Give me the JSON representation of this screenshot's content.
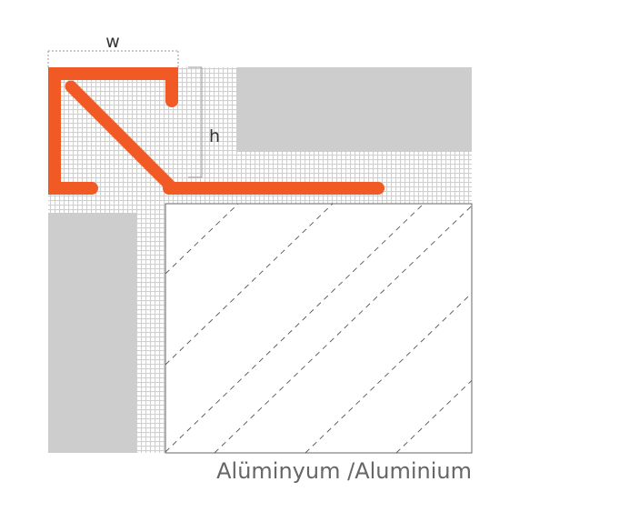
{
  "labels": {
    "width": "w",
    "height": "h",
    "caption": "Alüminyum /Aluminium"
  },
  "colors": {
    "profile": "#f15a24",
    "tile": "#cdcdce",
    "hatch": "#555555",
    "mesh": "#d4d4d4"
  }
}
